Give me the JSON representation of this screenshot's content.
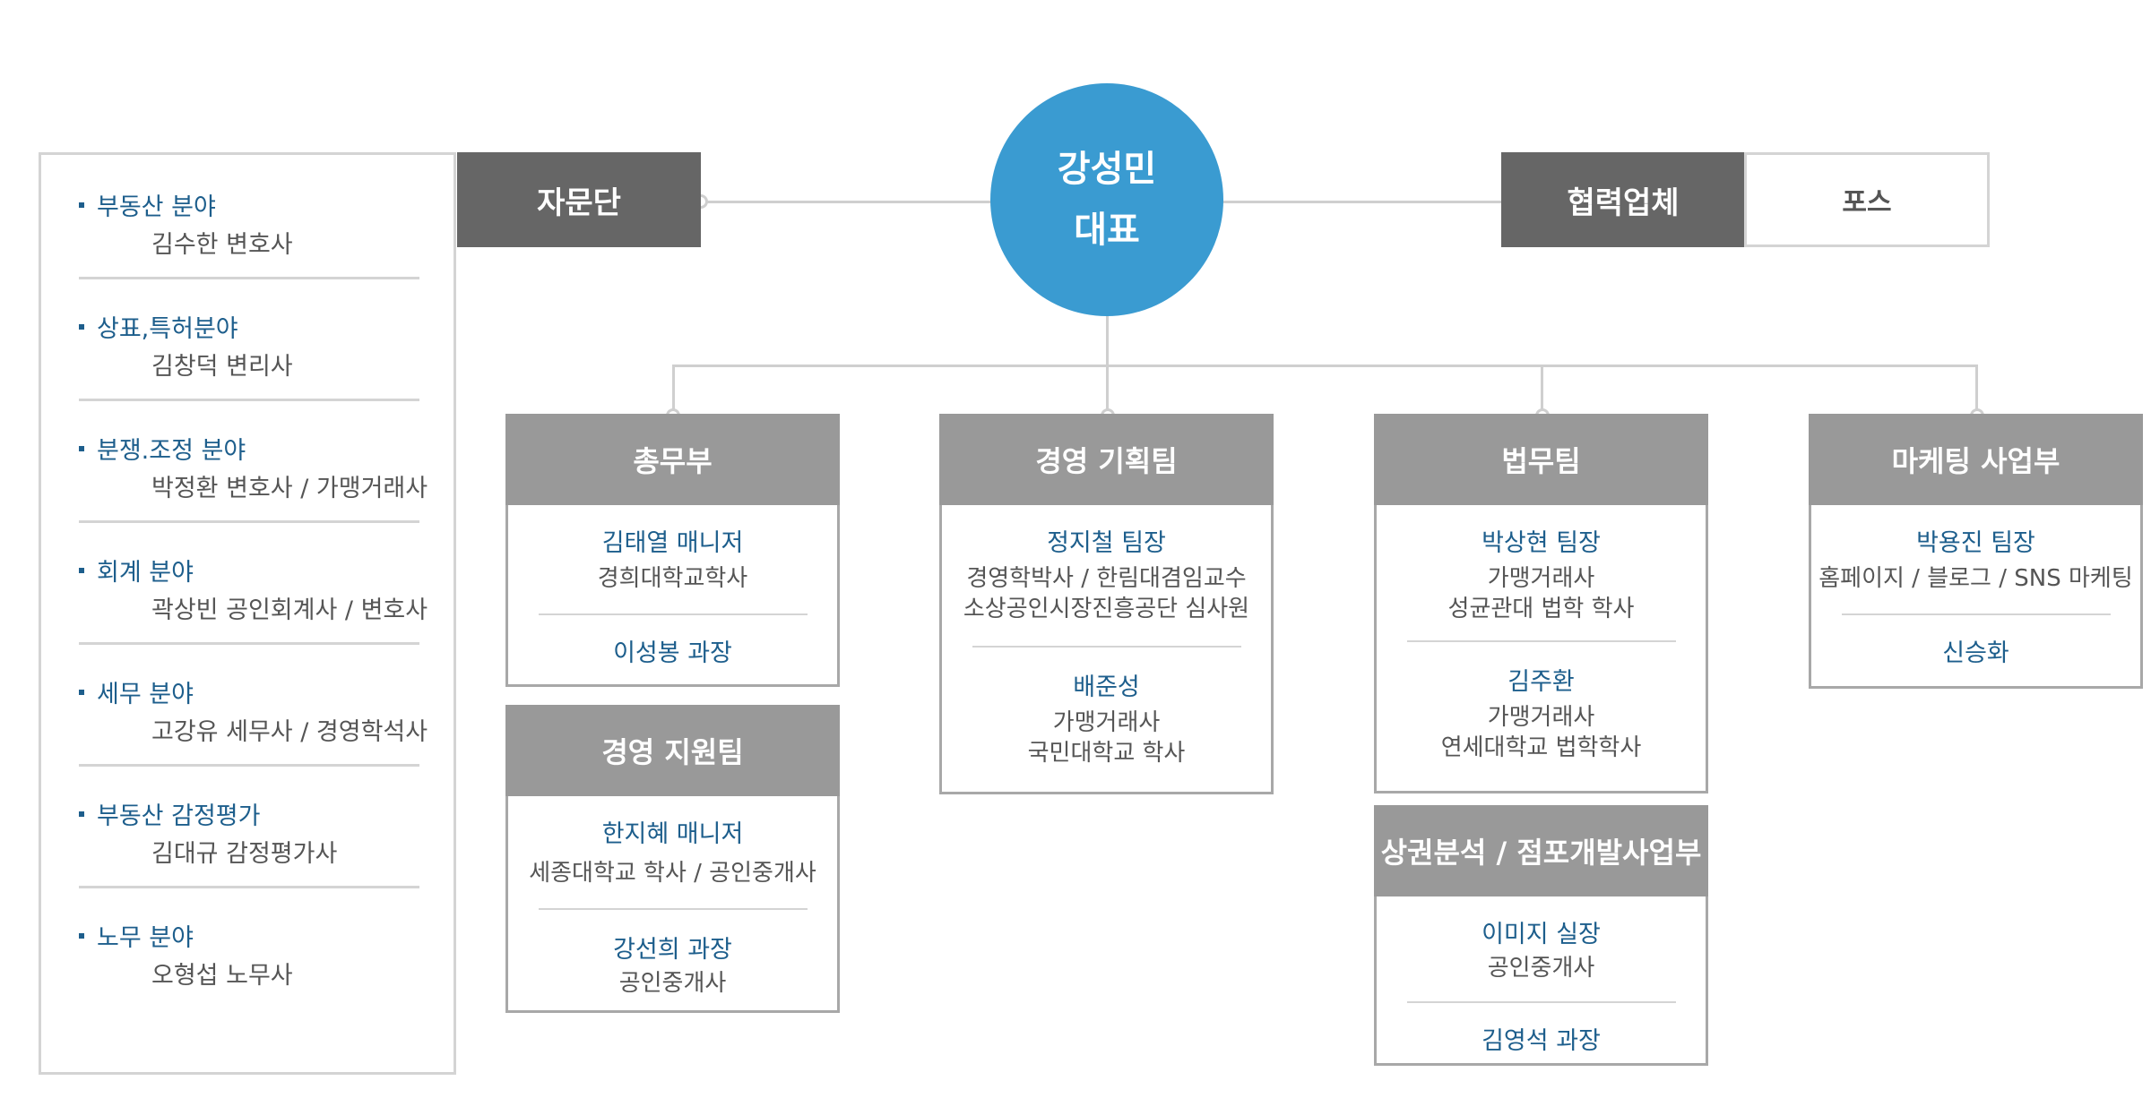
{
  "ceo": {
    "line1": "강성민",
    "line2": "대표"
  },
  "advisory_title": "자문단",
  "partner_title": "협력업체",
  "partner_name": "포스",
  "advisory": [
    {
      "field": "부동산 분야",
      "person": "김수한 변호사"
    },
    {
      "field": "상표,특허분야",
      "person": "김창덕 변리사"
    },
    {
      "field": "분쟁.조정 분야",
      "person": "박정환 변호사 / 가맹거래사"
    },
    {
      "field": "회계 분야",
      "person": "곽상빈 공인회계사 / 변호사"
    },
    {
      "field": "세무 분야",
      "person": "고강유 세무사 / 경영학석사"
    },
    {
      "field": "부동산 감정평가",
      "person": "김대규 감정평가사"
    },
    {
      "field": "노무 분야",
      "person": "오형섭 노무사"
    }
  ],
  "departments": {
    "general": {
      "title": "총무부",
      "m1_name": "김태열 매니저",
      "m1_desc1": "경희대학교학사",
      "m2_name": "이성봉 과장"
    },
    "support": {
      "title": "경영 지원팀",
      "m1_name": "한지혜 매니저",
      "m1_desc1": "세종대학교 학사 / 공인중개사",
      "m2_name": "강선희 과장",
      "m2_desc1": "공인중개사"
    },
    "planning": {
      "title": "경영 기획팀",
      "m1_name": "정지철 팀장",
      "m1_desc1": "경영학박사 / 한림대겸임교수",
      "m1_desc2": "소상공인시장진흥공단 심사원",
      "m2_name": "배준성",
      "m2_desc1": "가맹거래사",
      "m2_desc2": "국민대학교 학사"
    },
    "legal": {
      "title": "법무팀",
      "m1_name": "박상현 팀장",
      "m1_desc1": "가맹거래사",
      "m1_desc2": "성균관대 법학 학사",
      "m2_name": "김주환",
      "m2_desc1": "가맹거래사",
      "m2_desc2": "연세대학교 법학학사"
    },
    "commercial": {
      "title": "상권분석 / 점포개발사업부",
      "m1_name": "이미지 실장",
      "m1_desc1": "공인중개사",
      "m2_name": "김영석 과장"
    },
    "marketing": {
      "title": "마케팅 사업부",
      "m1_name": "박용진 팀장",
      "m1_desc1": "홈페이지 / 블로그 / SNS 마케팅",
      "m2_name": "신승화"
    }
  }
}
